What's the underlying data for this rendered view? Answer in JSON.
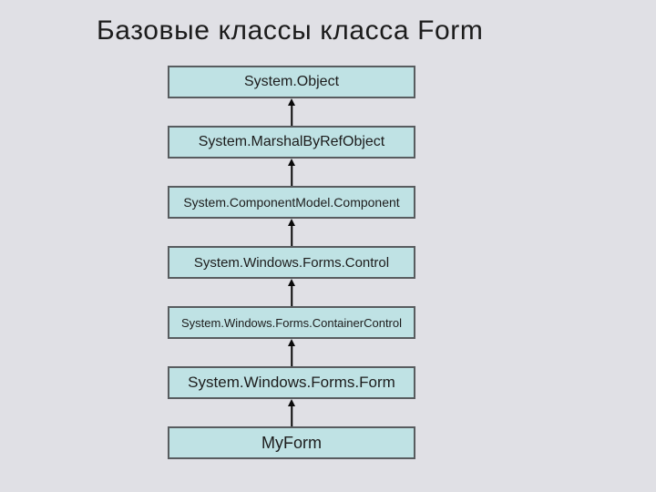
{
  "title": "Базовые классы класса Form",
  "diagram": {
    "type": "inheritance-hierarchy",
    "arrow_direction": "up",
    "boxes": [
      {
        "label": "System.Object"
      },
      {
        "label": "System.MarshalByRefObject"
      },
      {
        "label": "System.ComponentModel.Component"
      },
      {
        "label": "System.Windows.Forms.Control"
      },
      {
        "label": "System.Windows.Forms.ContainerControl"
      },
      {
        "label": "System.Windows.Forms.Form"
      },
      {
        "label": "MyForm"
      }
    ],
    "colors": {
      "background": "#e0e0e5",
      "box_fill": "#bfe2e4",
      "box_border": "#585c5f",
      "text": "#1c1c1c",
      "arrow": "#0a0a0a"
    }
  }
}
